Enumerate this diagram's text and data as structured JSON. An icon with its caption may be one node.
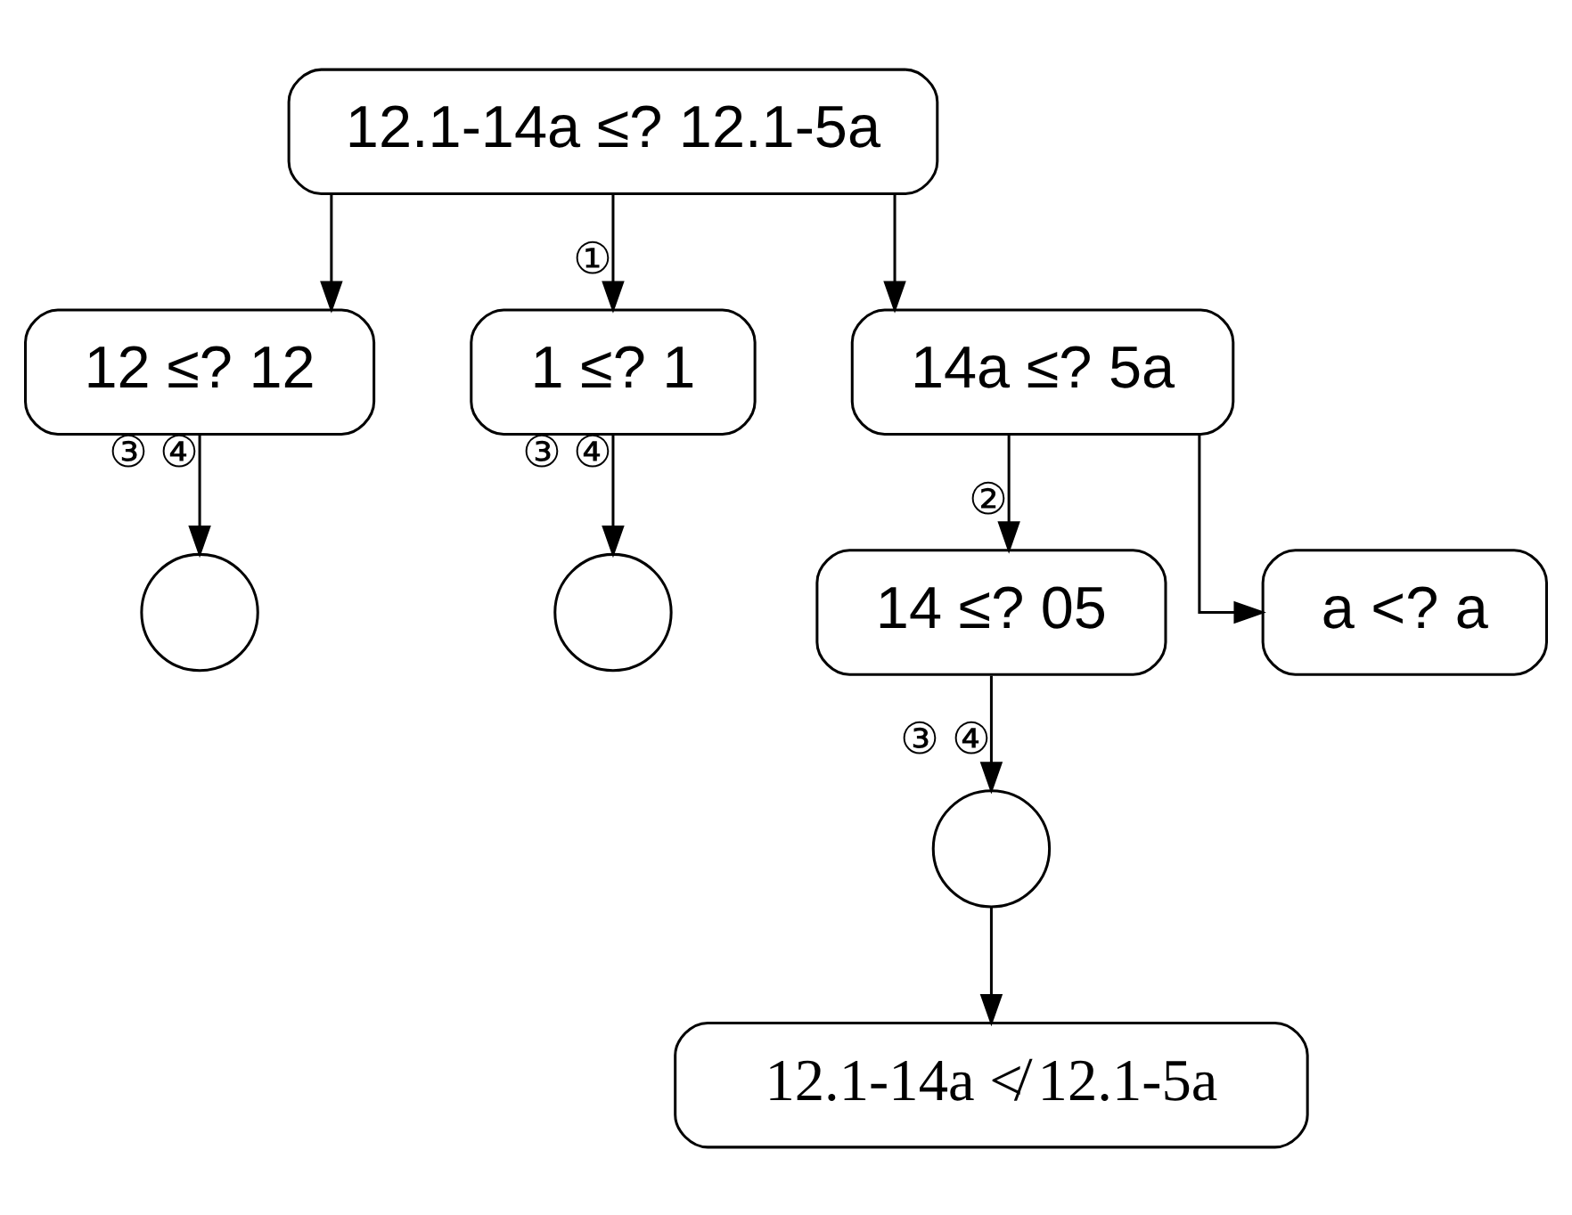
{
  "diagram": {
    "nodes": [
      {
        "text": [
          "12.1-14a ≤? 12.1-5a"
        ]
      },
      {
        "text": [
          "12 ≤? 12"
        ]
      },
      {
        "text": [
          "1 ≤? 1"
        ]
      },
      {
        "text": [
          "14a ≤? 5a"
        ]
      },
      {
        "text": [],
        "shape": "circle"
      },
      {
        "text": [],
        "shape": "circle"
      },
      {
        "text": [
          "14 ≤? 05"
        ]
      },
      {
        "text": [
          "a <? a"
        ]
      },
      {
        "text": [],
        "shape": "circle"
      },
      {
        "text": [
          "12.1-14a ≮ 12.1-5a"
        ]
      }
    ],
    "edges": [
      {
        "from": 0,
        "to": 1,
        "arrow": "to"
      },
      {
        "from": 0,
        "to": 2,
        "arrow": "to",
        "label": "①"
      },
      {
        "from": 0,
        "to": 3,
        "arrow": "to"
      },
      {
        "from": 1,
        "to": 4,
        "arrow": "to",
        "label": "③ ④"
      },
      {
        "from": 2,
        "to": 5,
        "arrow": "to",
        "label": "③ ④"
      },
      {
        "from": 3,
        "to": 6,
        "arrow": "to",
        "label": "②"
      },
      {
        "from": 3,
        "to": 7,
        "arrow": "to"
      },
      {
        "from": 6,
        "to": 8,
        "arrow": "to",
        "label": "③ ④"
      },
      {
        "from": 8,
        "to": 9,
        "arrow": "to"
      }
    ]
  }
}
